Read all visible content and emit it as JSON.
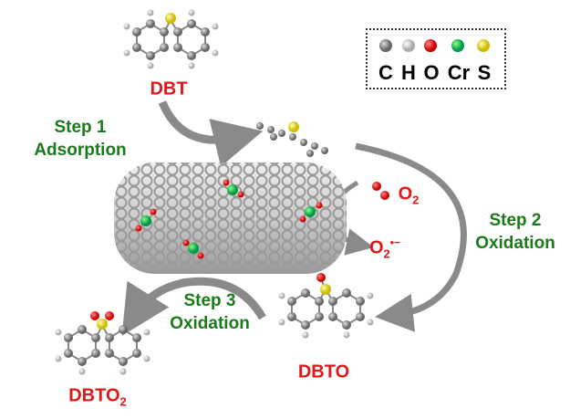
{
  "legend": {
    "elements": [
      {
        "symbol": "C",
        "color": "#808080"
      },
      {
        "symbol": "H",
        "color": "#e6e6d2"
      },
      {
        "symbol": "O",
        "color": "#e81c1c"
      },
      {
        "symbol": "Cr",
        "color": "#1bb84a"
      },
      {
        "symbol": "S",
        "color": "#e6d21c"
      }
    ]
  },
  "molecules": {
    "dbt": "DBT",
    "dbto": "DBTO",
    "dbto2_main": "DBTO",
    "dbto2_sub": "2"
  },
  "steps": {
    "step1": {
      "title": "Step 1",
      "action": "Adsorption"
    },
    "step2": {
      "title": "Step 2",
      "action": "Oxidation"
    },
    "step3": {
      "title": "Step 3",
      "action": "Oxidation"
    }
  },
  "species": {
    "o2_main": "O",
    "o2_sub": "2",
    "superoxide_main": "O",
    "superoxide_sub": "2",
    "superoxide_sup": "•−"
  },
  "colors": {
    "step_text": "#1a7a1a",
    "species_text": "#e01818",
    "arrow": "#8a8a8a"
  }
}
